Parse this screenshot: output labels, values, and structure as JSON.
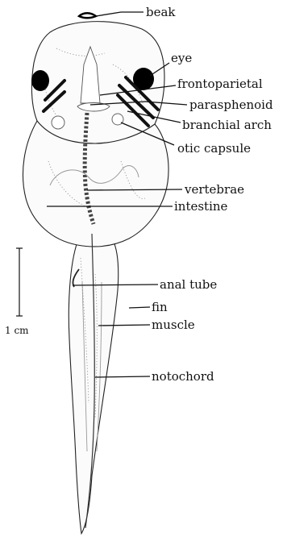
{
  "labels": {
    "beak": "beak",
    "eye": "eye",
    "frontoparietal": "frontoparietal",
    "parasphenoid": "parasphenoid",
    "branchial_arch": "branchial arch",
    "otic_capsule": "otic capsule",
    "vertebrae": "vertebrae",
    "intestine": "intestine",
    "anal_tube": "anal tube",
    "fin": "fin",
    "muscle": "muscle",
    "notochord": "notochord"
  },
  "scale_bar": {
    "label": "1 cm"
  }
}
